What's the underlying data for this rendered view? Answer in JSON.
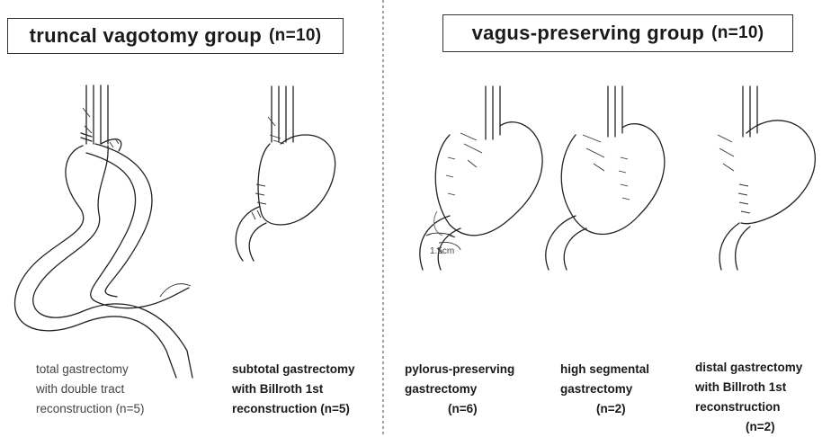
{
  "groups": {
    "left": {
      "title": "truncal vagotomy group",
      "n": "(n=10)"
    },
    "right": {
      "title": "vagus-preserving group",
      "n": "(n=10)"
    }
  },
  "procedures": {
    "total": {
      "line1": "total gastrectomy",
      "line2": "with double tract",
      "line3": "reconstruction",
      "n": "(n=5)"
    },
    "subtotal": {
      "line1": "subtotal gastrectomy",
      "line2": "with Billroth 1st",
      "line3": "reconstruction",
      "n": "(n=5)"
    },
    "pylorus": {
      "line1": "pylorus-preserving",
      "line2": "gastrectomy",
      "n": "(n=6)"
    },
    "high": {
      "line1": "high segmental",
      "line2": "gastrectomy",
      "n": "(n=2)"
    },
    "distal": {
      "line1": "distal gastrectomy",
      "line2": "with Billroth 1st",
      "line3": "reconstruction",
      "n": "(n=2)"
    }
  },
  "annotations": {
    "pylorus_length": "1.5cm"
  }
}
